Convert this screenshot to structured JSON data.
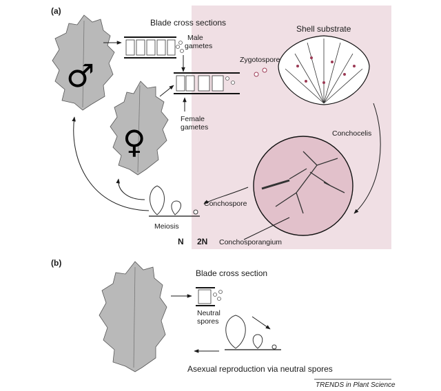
{
  "panel_a": {
    "label": "(a)",
    "blade_cross_sections": "Blade cross sections",
    "male_gametes": "Male\ngametes",
    "female_gametes": "Female\ngametes",
    "shell_substrate": "Shell substrate",
    "zygotospore": "Zygotospore",
    "conchocelis": "Conchocelis",
    "conchospore": "Conchospore",
    "meiosis": "Meiosis",
    "conchosporangium": "Conchosporangium",
    "n": "N",
    "two_n": "2N",
    "male_symbol": "♂",
    "female_symbol": "♀"
  },
  "panel_b": {
    "label": "(b)",
    "blade_cross_section": "Blade cross section",
    "neutral_spores": "Neutral\nspores",
    "asexual": "Asexual reproduction via neutral spores"
  },
  "credit": "TRENDS in Plant Science",
  "colors": {
    "diploid_bg": "#f0dfe4",
    "circle_fill": "#e2c1cb",
    "spot": "#9c3a55"
  }
}
